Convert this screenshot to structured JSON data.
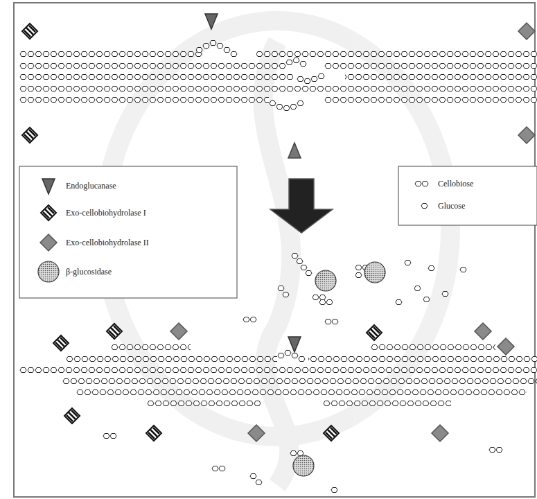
{
  "diagram": {
    "legend": [
      {
        "text": "Endoglucanase"
      },
      {
        "text": "Exo-cellobiohydrolase I"
      },
      {
        "text": "Exo-cellobiohydrolase II"
      },
      {
        "text": "β-glucosidase"
      },
      {
        "text": "Cellobiose"
      },
      {
        "text": "Glucose"
      }
    ]
  }
}
